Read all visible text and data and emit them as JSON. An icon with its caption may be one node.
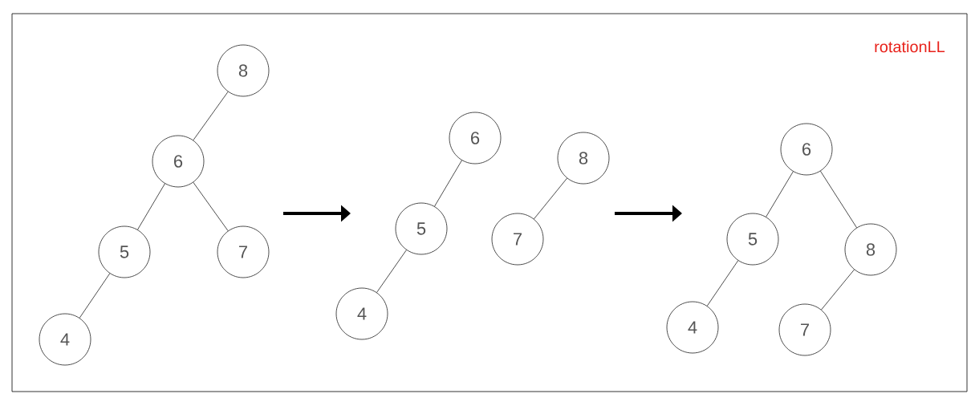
{
  "diagram": {
    "title": "rotationLL",
    "nodes": [
      {
        "text": [
          "8"
        ]
      },
      {
        "text": [
          "6"
        ]
      },
      {
        "text": [
          "5"
        ]
      },
      {
        "text": [
          "7"
        ]
      },
      {
        "text": [
          "4"
        ]
      },
      {
        "text": [
          "6"
        ]
      },
      {
        "text": [
          "5"
        ]
      },
      {
        "text": [
          "4"
        ]
      },
      {
        "text": [
          "8"
        ]
      },
      {
        "text": [
          "7"
        ]
      },
      {
        "text": [
          "6"
        ]
      },
      {
        "text": [
          "5"
        ]
      },
      {
        "text": [
          "8"
        ]
      },
      {
        "text": [
          "4"
        ]
      },
      {
        "text": [
          "7"
        ]
      }
    ],
    "edges": [
      {
        "from": 0,
        "to": 1,
        "arrow": "none"
      },
      {
        "from": 1,
        "to": 2,
        "arrow": "none"
      },
      {
        "from": 1,
        "to": 3,
        "arrow": "none"
      },
      {
        "from": 2,
        "to": 4,
        "arrow": "none"
      },
      {
        "from": 5,
        "to": 6,
        "arrow": "none"
      },
      {
        "from": 6,
        "to": 7,
        "arrow": "none"
      },
      {
        "from": 8,
        "to": 9,
        "arrow": "none"
      },
      {
        "from": 10,
        "to": 11,
        "arrow": "none"
      },
      {
        "from": 10,
        "to": 12,
        "arrow": "none"
      },
      {
        "from": 11,
        "to": 13,
        "arrow": "none"
      },
      {
        "from": 12,
        "to": 14,
        "arrow": "none"
      }
    ]
  }
}
